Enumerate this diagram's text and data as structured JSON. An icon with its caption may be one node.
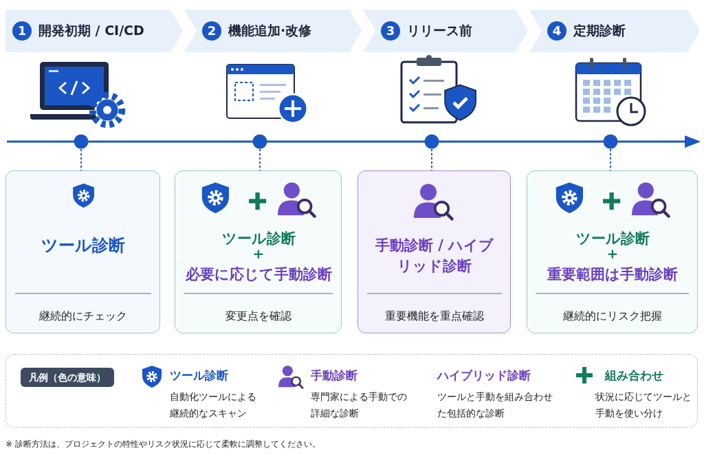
{
  "diagram": {
    "nodes": [
      {
        "text": [
          "1",
          "開発初期 / CI/CD"
        ]
      },
      {
        "text": [
          "2",
          "機能追加·改修"
        ]
      },
      {
        "text": [
          "3",
          "リリース前"
        ]
      },
      {
        "text": [
          "4",
          "定期診断"
        ]
      },
      {
        "text": [],
        "shape": "circle"
      },
      {
        "text": [],
        "shape": "circle"
      },
      {
        "text": [],
        "shape": "circle"
      },
      {
        "text": [],
        "shape": "circle"
      },
      {
        "text": [
          "ツール診断",
          "継続的にチェック"
        ]
      },
      {
        "text": [
          "ツール診断",
          "+",
          "必要に応じて手動診断",
          "変更点を確認"
        ]
      },
      {
        "text": [
          "手動診断 / ハイブリッド診断",
          "重要機能を重点確認"
        ]
      },
      {
        "text": [
          "ツール診断",
          "+",
          "重要範囲は手動診断",
          "継続的にリスク把握"
        ]
      }
    ],
    "edges": [
      {
        "from": 4,
        "to": 8,
        "arrow": "none",
        "style": "dashed"
      },
      {
        "from": 5,
        "to": 9,
        "arrow": "none",
        "style": "dashed"
      },
      {
        "from": 6,
        "to": 10,
        "arrow": "none",
        "style": "dashed"
      },
      {
        "from": 7,
        "to": 11,
        "arrow": "none",
        "style": "dashed"
      }
    ],
    "labels": [
      "凡例（色の意味）",
      "自動化ツールによる継続的なスキャン",
      "専門家による手動での詳細な診断",
      "ツールと手動を組み合わせた包括的な診断",
      "状況に応じてツールと手動を使い分け",
      "※ 診断方法は、プロジェクトの特性やリスク状況に応じて柔軟に調整してください。"
    ],
    "legend": [
      {
        "text": "ツール診断"
      },
      {
        "text": "手動診断"
      },
      {
        "text": "ハイブリッド診断"
      },
      {
        "text": "組み合わせ"
      }
    ]
  }
}
